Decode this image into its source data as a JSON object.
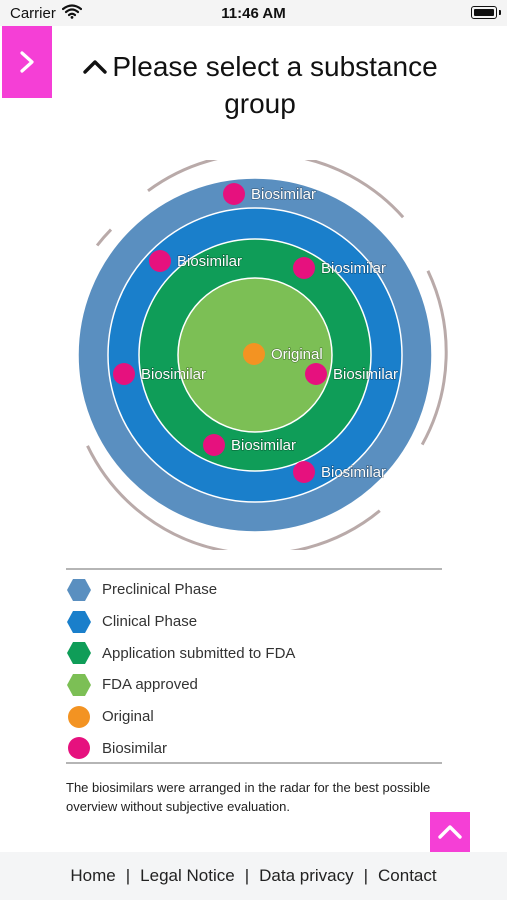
{
  "status_bar": {
    "carrier": "Carrier",
    "time": "11:46 AM"
  },
  "header": {
    "title": "Please select a substance group"
  },
  "radar": {
    "ring_colors": {
      "preclinical": "#5a8fc0",
      "clinical": "#1a7fcb",
      "application": "#0f9d58",
      "approved": "#7cbf55"
    },
    "markers": [
      {
        "label": "Biosimilar",
        "type": "biosimilar"
      },
      {
        "label": "Biosimilar",
        "type": "biosimilar"
      },
      {
        "label": "Biosimilar",
        "type": "biosimilar"
      },
      {
        "label": "Original",
        "type": "original"
      },
      {
        "label": "Biosimilar",
        "type": "biosimilar"
      },
      {
        "label": "Biosimilar",
        "type": "biosimilar"
      },
      {
        "label": "Biosimilar",
        "type": "biosimilar"
      },
      {
        "label": "Biosimilar",
        "type": "biosimilar"
      }
    ]
  },
  "legend": [
    {
      "label": "Preclinical Phase",
      "color": "#5a8fc0",
      "shape": "hexagon"
    },
    {
      "label": "Clinical Phase",
      "color": "#1a7fcb",
      "shape": "hexagon"
    },
    {
      "label": "Application submitted to FDA",
      "color": "#0f9d58",
      "shape": "hexagon"
    },
    {
      "label": "FDA approved",
      "color": "#7cbf55",
      "shape": "hexagon"
    },
    {
      "label": "Original",
      "color": "#f39322",
      "shape": "circle"
    },
    {
      "label": "Biosimilar",
      "color": "#e6117e",
      "shape": "circle"
    }
  ],
  "note": "The biosimilars were arranged in the radar for the best possible overview without subjective evaluation.",
  "footer": {
    "links": [
      "Home",
      "Legal Notice",
      "Data privacy",
      "Contact"
    ],
    "separator": "|"
  },
  "accent_color": "#f53fd6"
}
